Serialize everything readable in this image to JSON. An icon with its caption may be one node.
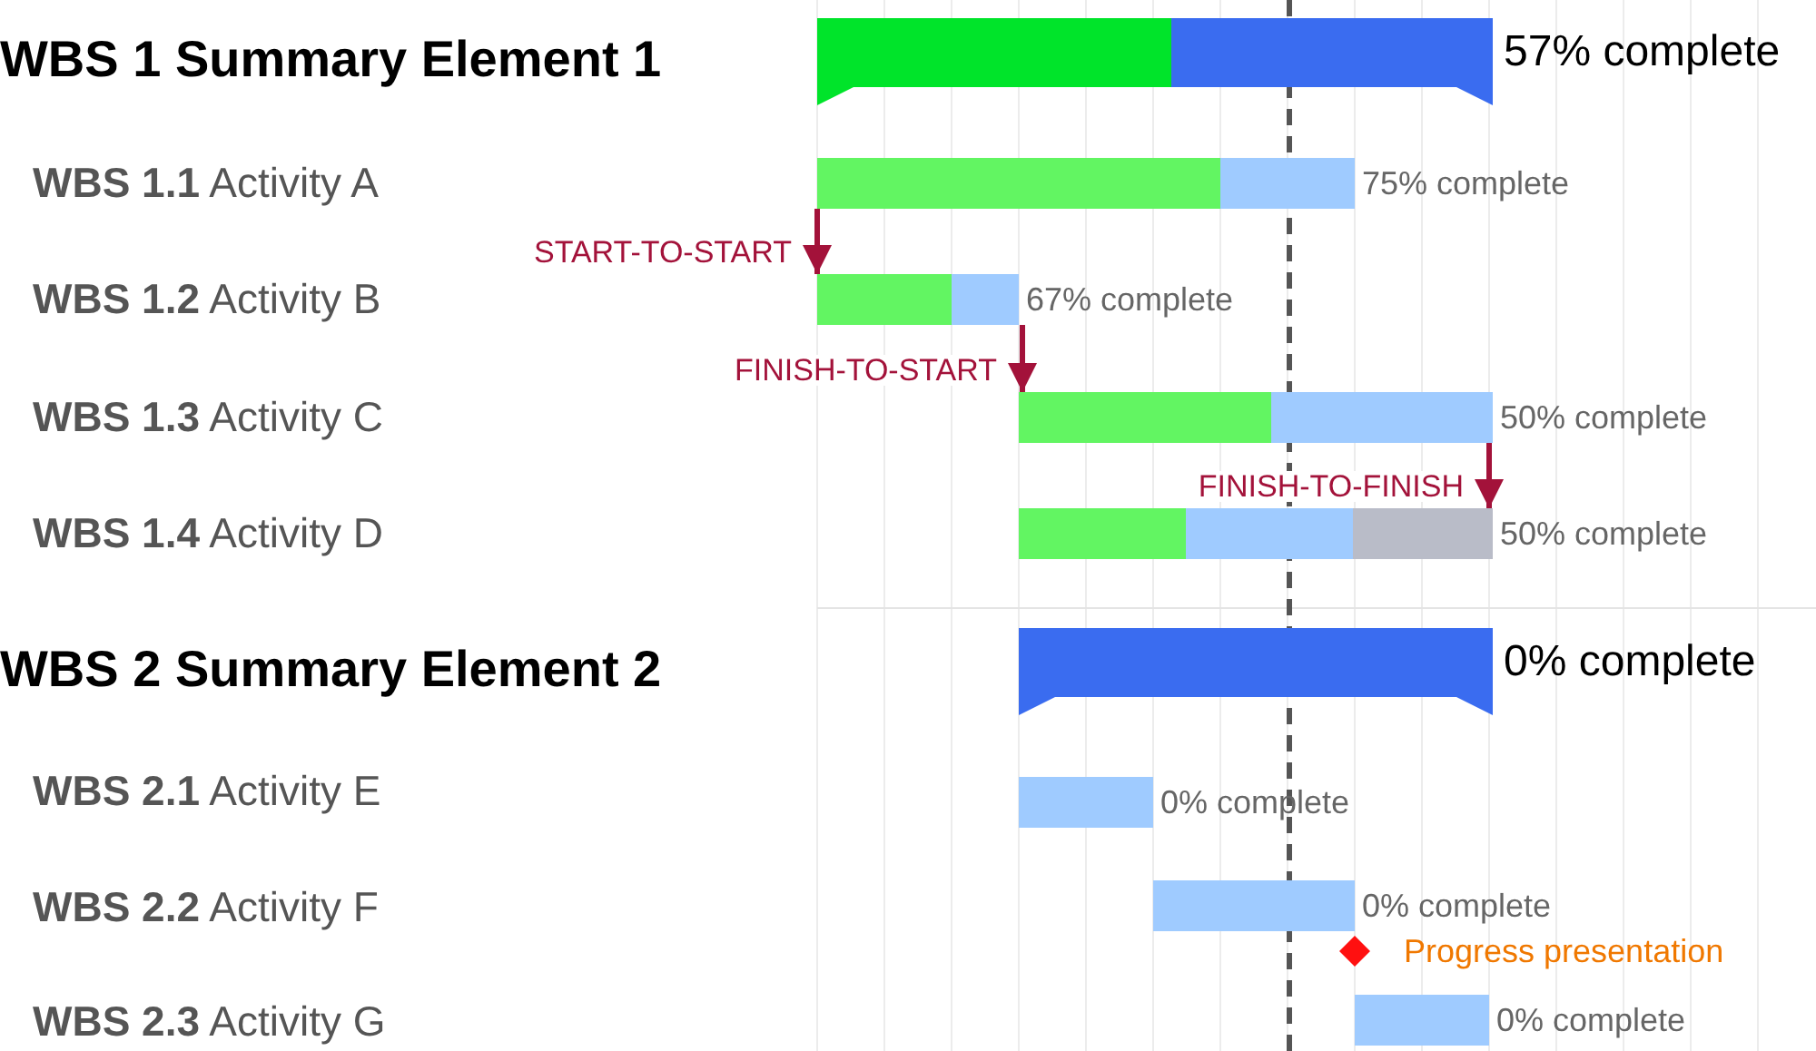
{
  "diagram": {
    "nodes": [
      {
        "text": [],
        "shape": "bar",
        "beside": [
          "57% complete"
        ]
      },
      {
        "text": [],
        "shape": "bar",
        "beside": [
          "75% complete"
        ]
      },
      {
        "text": [],
        "shape": "bar",
        "beside": [
          "67% complete"
        ]
      },
      {
        "text": [],
        "shape": "bar",
        "beside": [
          "50% complete"
        ]
      },
      {
        "text": [],
        "shape": "bar",
        "beside": [
          "50% complete"
        ]
      },
      {
        "text": [],
        "shape": "bar",
        "beside": [
          "0% complete"
        ]
      },
      {
        "text": [],
        "shape": "bar",
        "beside": [
          "0% complete"
        ]
      },
      {
        "text": [],
        "shape": "bar",
        "beside": [
          "0% complete"
        ]
      },
      {
        "text": [],
        "shape": "diamond",
        "beside": [
          "Progress presentation"
        ]
      },
      {
        "text": [],
        "shape": "bar",
        "beside": [
          "0% complete"
        ]
      }
    ],
    "edges": [
      {
        "from": 1,
        "to": 2,
        "arrow": "to",
        "label": "START-TO-START"
      },
      {
        "from": 2,
        "to": 3,
        "arrow": "to",
        "label": "FINISH-TO-START"
      },
      {
        "from": 3,
        "to": 4,
        "arrow": "to",
        "label": "FINISH-TO-FINISH"
      }
    ],
    "labels": [
      "WBS 1 Summary Element 1",
      "**WBS 1.1** Activity A",
      "**WBS 1.2** Activity B",
      "**WBS 1.3** Activity C",
      "**WBS 1.4** Activity D",
      "WBS 2 Summary Element 2",
      "**WBS 2.1** Activity E",
      "**WBS 2.2** Activity F",
      "**WBS 2.3** Activity G"
    ]
  }
}
